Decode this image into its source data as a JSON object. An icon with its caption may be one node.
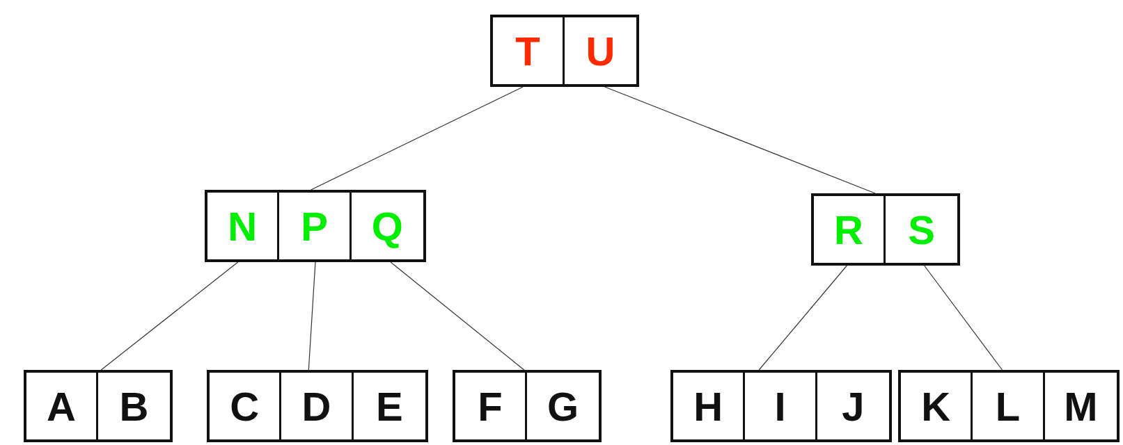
{
  "diagram": {
    "nodes": [
      {
        "text": [
          "T",
          "U"
        ]
      },
      {
        "text": [
          "N",
          "P",
          "Q"
        ]
      },
      {
        "text": [
          "R",
          "S"
        ]
      },
      {
        "text": [
          "A",
          "B"
        ]
      },
      {
        "text": [
          "C",
          "D",
          "E"
        ]
      },
      {
        "text": [
          "F",
          "G"
        ]
      },
      {
        "text": [
          "H",
          "I",
          "J"
        ]
      },
      {
        "text": [
          "K",
          "L",
          "M"
        ]
      }
    ],
    "edges": [
      {
        "from": 0,
        "to": 1,
        "arrow": "none"
      },
      {
        "from": 0,
        "to": 2,
        "arrow": "none"
      },
      {
        "from": 1,
        "to": 3,
        "arrow": "none"
      },
      {
        "from": 1,
        "to": 4,
        "arrow": "none"
      },
      {
        "from": 1,
        "to": 5,
        "arrow": "none"
      },
      {
        "from": 2,
        "to": 6,
        "arrow": "none"
      },
      {
        "from": 2,
        "to": 7,
        "arrow": "none"
      }
    ]
  }
}
